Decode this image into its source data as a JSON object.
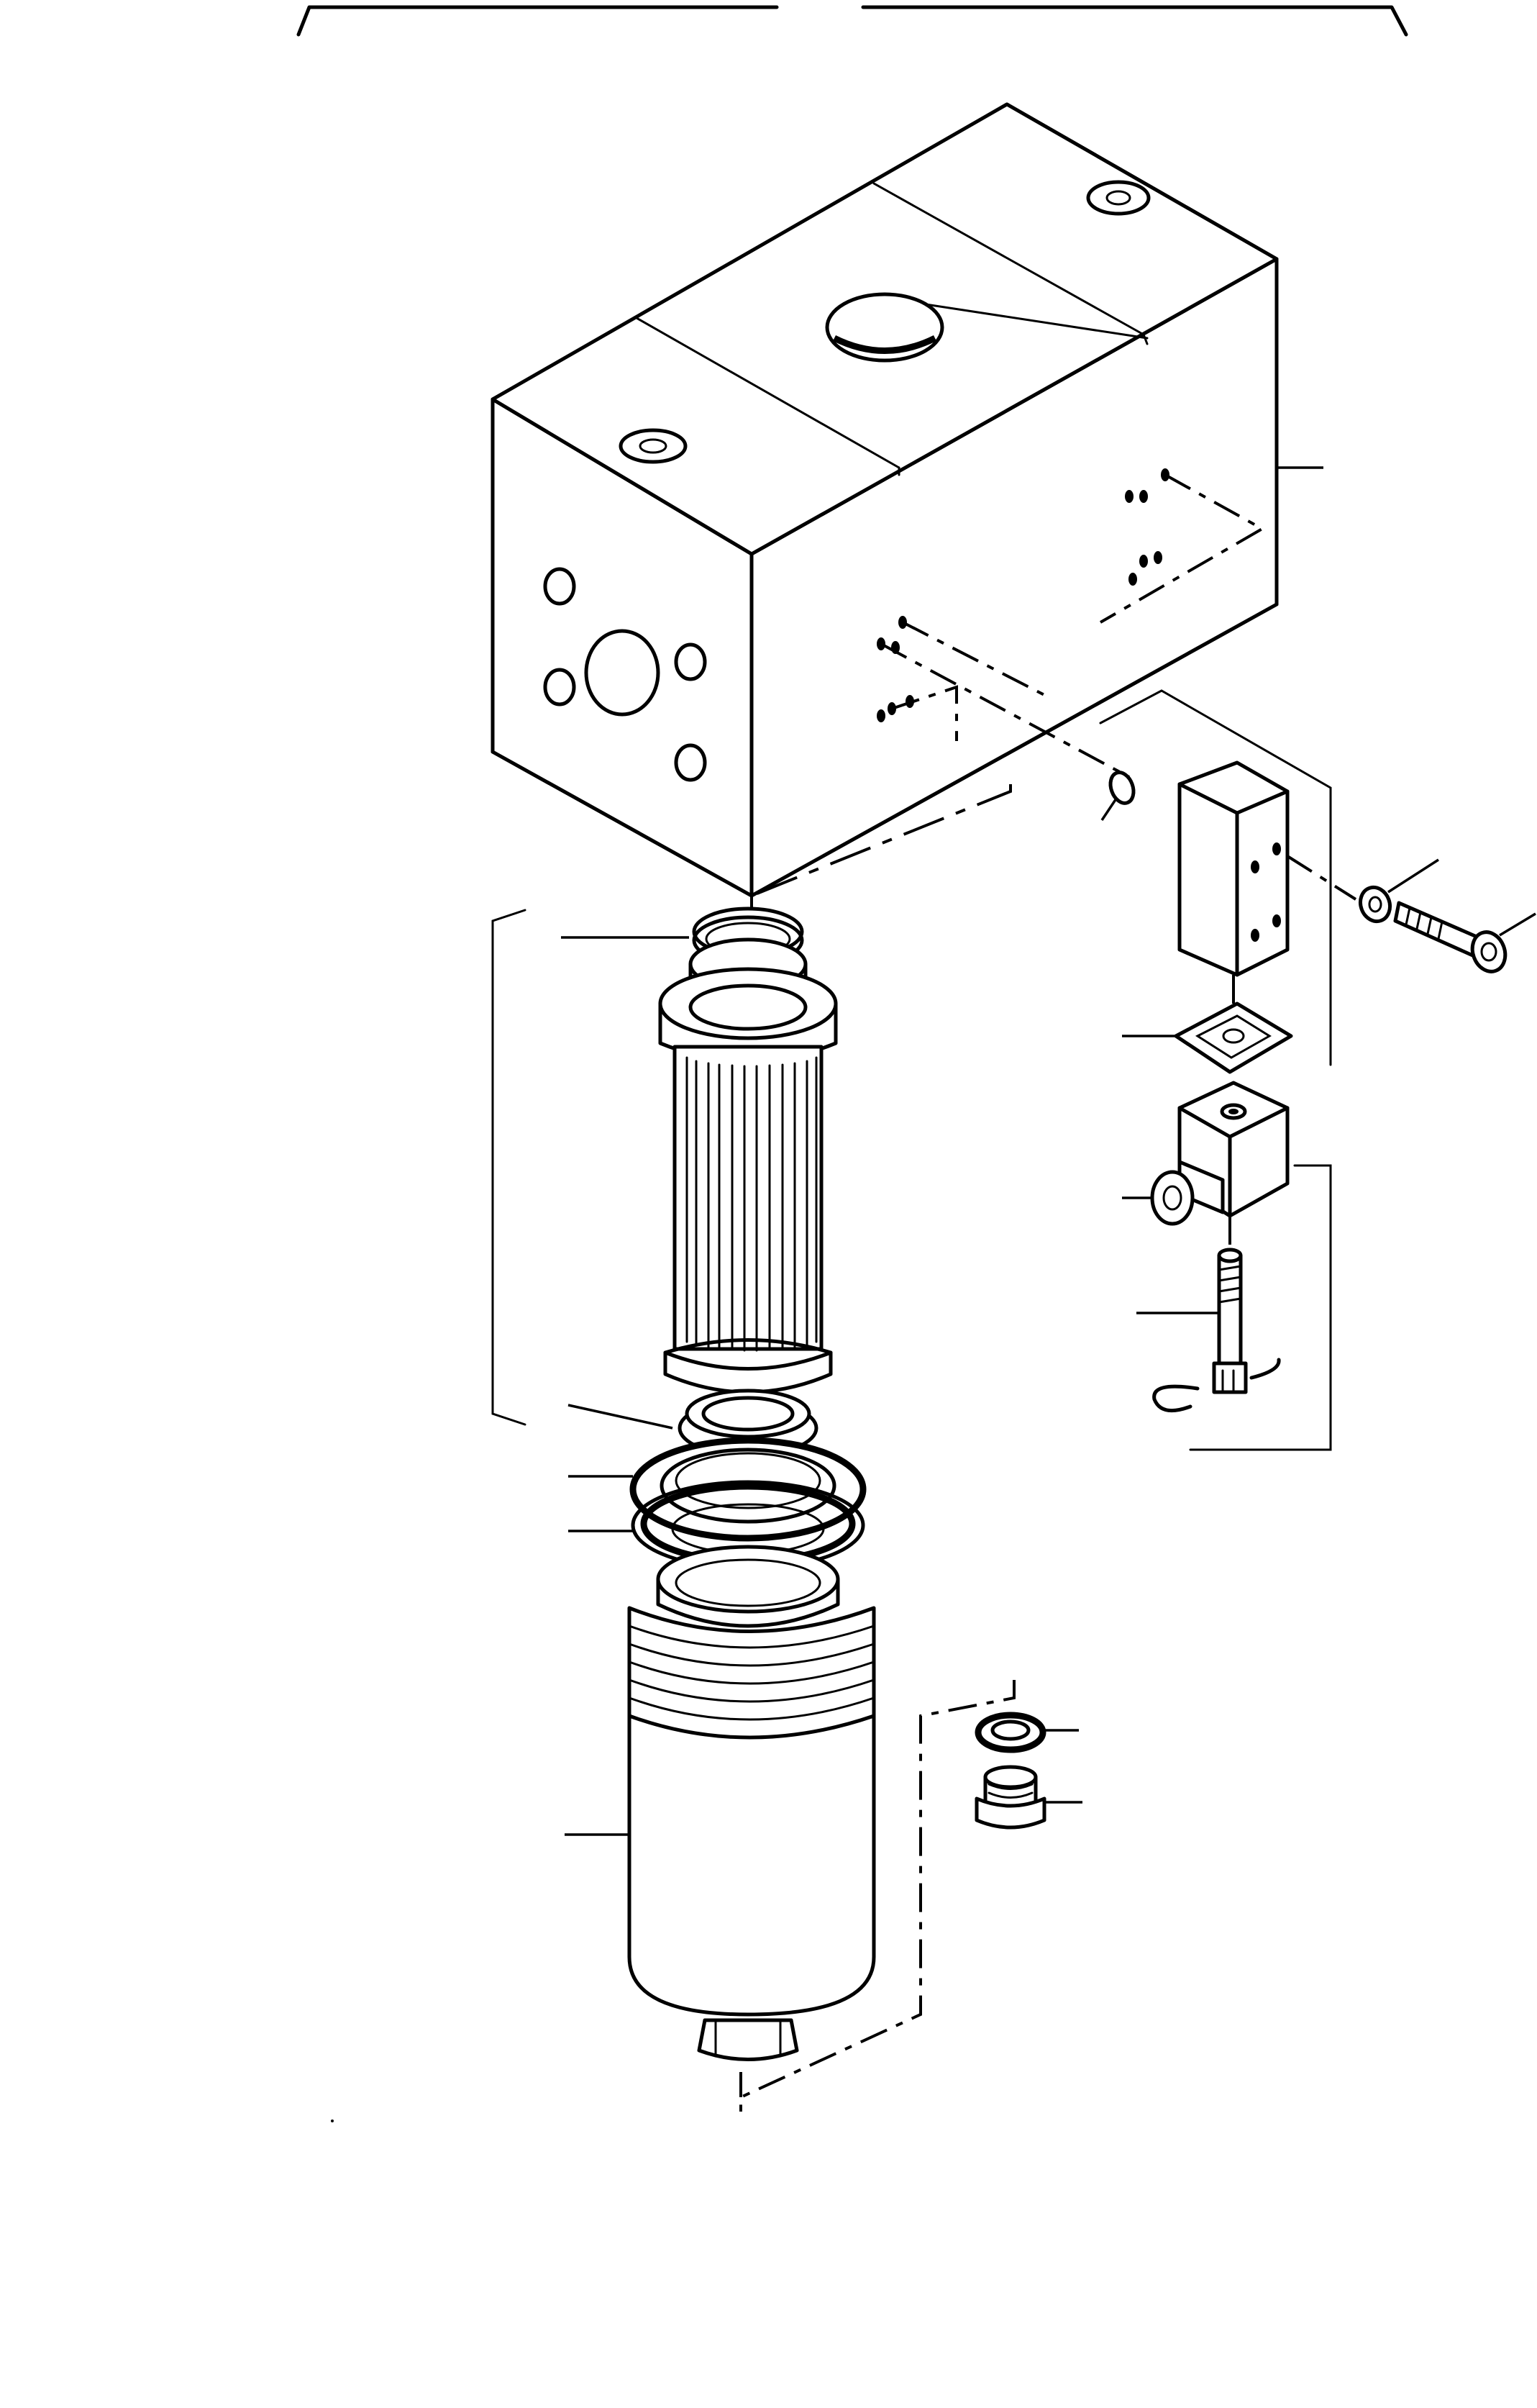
{
  "diagram": {
    "type": "exploded-parts-drawing",
    "parts": [
      {
        "id": "valve-housing",
        "has_callout": true
      },
      {
        "id": "housing-o-ring-top",
        "has_callout": true
      },
      {
        "id": "filter-element",
        "has_callout": false
      },
      {
        "id": "element-seal-ring",
        "has_callout": true
      },
      {
        "id": "bowl-o-ring-upper",
        "has_callout": true
      },
      {
        "id": "bowl-o-ring-lower",
        "has_callout": true
      },
      {
        "id": "filter-bowl",
        "has_callout": true
      },
      {
        "id": "solenoid-o-ring",
        "has_callout": true
      },
      {
        "id": "solenoid-valve-block",
        "has_callout": false
      },
      {
        "id": "washer",
        "has_callout": true
      },
      {
        "id": "cap-screw",
        "has_callout": true
      },
      {
        "id": "gasket",
        "has_callout": true
      },
      {
        "id": "connector-plug",
        "has_callout": true
      },
      {
        "id": "connector-screw",
        "has_callout": true
      },
      {
        "id": "drain-seal-washer",
        "has_callout": true
      },
      {
        "id": "drain-plug",
        "has_callout": true
      }
    ],
    "callout_labels_visible": false
  }
}
